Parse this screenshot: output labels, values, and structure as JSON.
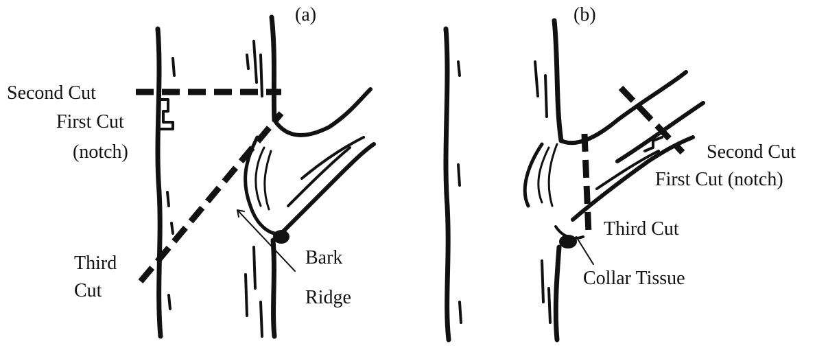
{
  "panel_a": {
    "label": "(a)",
    "labels": {
      "second_cut": "Second Cut",
      "first_cut": "First Cut",
      "notch": "(notch)",
      "third_cut_1": "Third",
      "third_cut_2": "Cut",
      "bark": "Bark",
      "ridge": "Ridge"
    }
  },
  "panel_b": {
    "label": "(b)",
    "labels": {
      "second_cut": "Second Cut",
      "first_cut_notch": "First Cut (notch)",
      "third_cut": "Third Cut",
      "collar_tissue": "Collar Tissue"
    }
  }
}
